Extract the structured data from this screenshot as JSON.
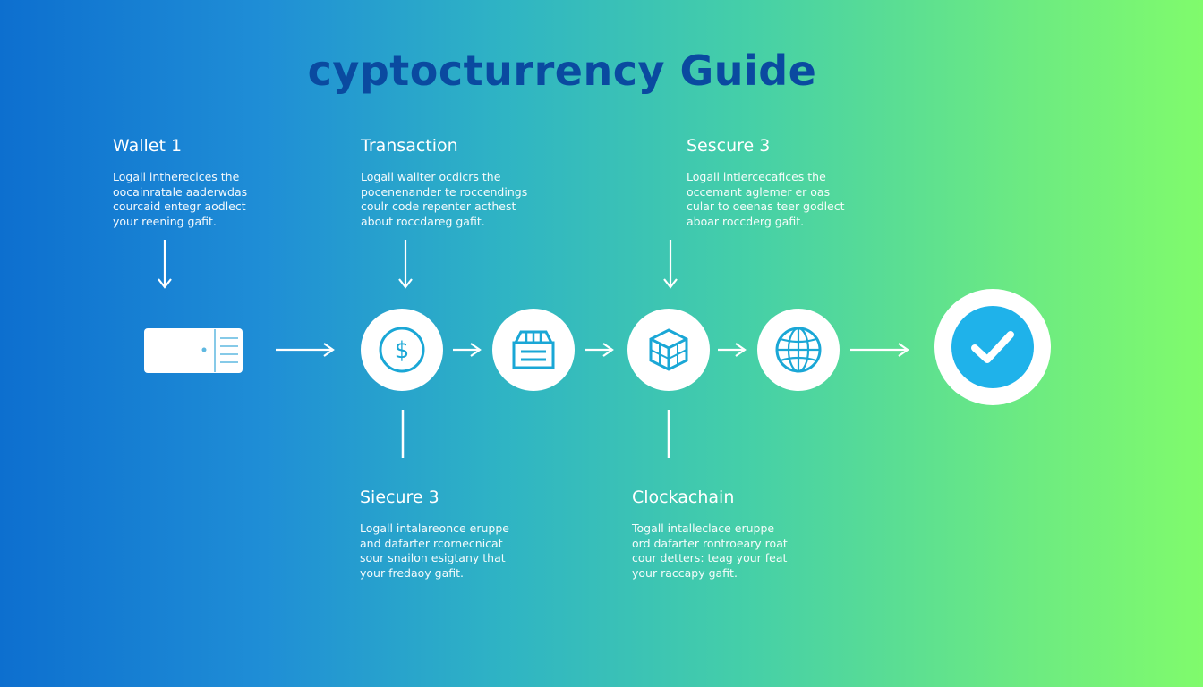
{
  "title": "cyptocturrency Guide",
  "colors": {
    "title": "#0a4aa0",
    "icon_stroke": "#1aa7d6",
    "check_fill": "#1fb2ea",
    "white": "#ffffff"
  },
  "top_steps": [
    {
      "heading": "Wallet 1",
      "lines": [
        "Logall intherecices the",
        "oocainratale aaderwdas",
        "courcaid entegr aodlect",
        "your reening gafit."
      ]
    },
    {
      "heading": "Transaction",
      "lines": [
        "Logall wallter ocdicrs the",
        "pocenenander te roccendings",
        "coulr code repenter acthest",
        "about roccdareg gafit."
      ]
    },
    {
      "heading": "Sescure 3",
      "lines": [
        "Logall intlercecafices the",
        "occemant aglemer er oas",
        "cular to oeenas teer godlect",
        "aboar roccderg gafit."
      ]
    }
  ],
  "bottom_steps": [
    {
      "heading": "Siecure 3",
      "lines": [
        "Logall intalareonce eruppe",
        "and dafarter rcornecnicat",
        "sour snailon esigtany that",
        "your fredaoy gafit."
      ]
    },
    {
      "heading": "Clockachain",
      "lines": [
        "Togall intalleclace eruppe",
        "ord dafarter rontroeary roat",
        "cour detters: teag your feat",
        "your raccapy gafit."
      ]
    }
  ],
  "flow_icons": [
    "wallet-icon",
    "dollar-icon",
    "ledger-box-icon",
    "cube-icon",
    "globe-icon",
    "checkmark-icon"
  ]
}
